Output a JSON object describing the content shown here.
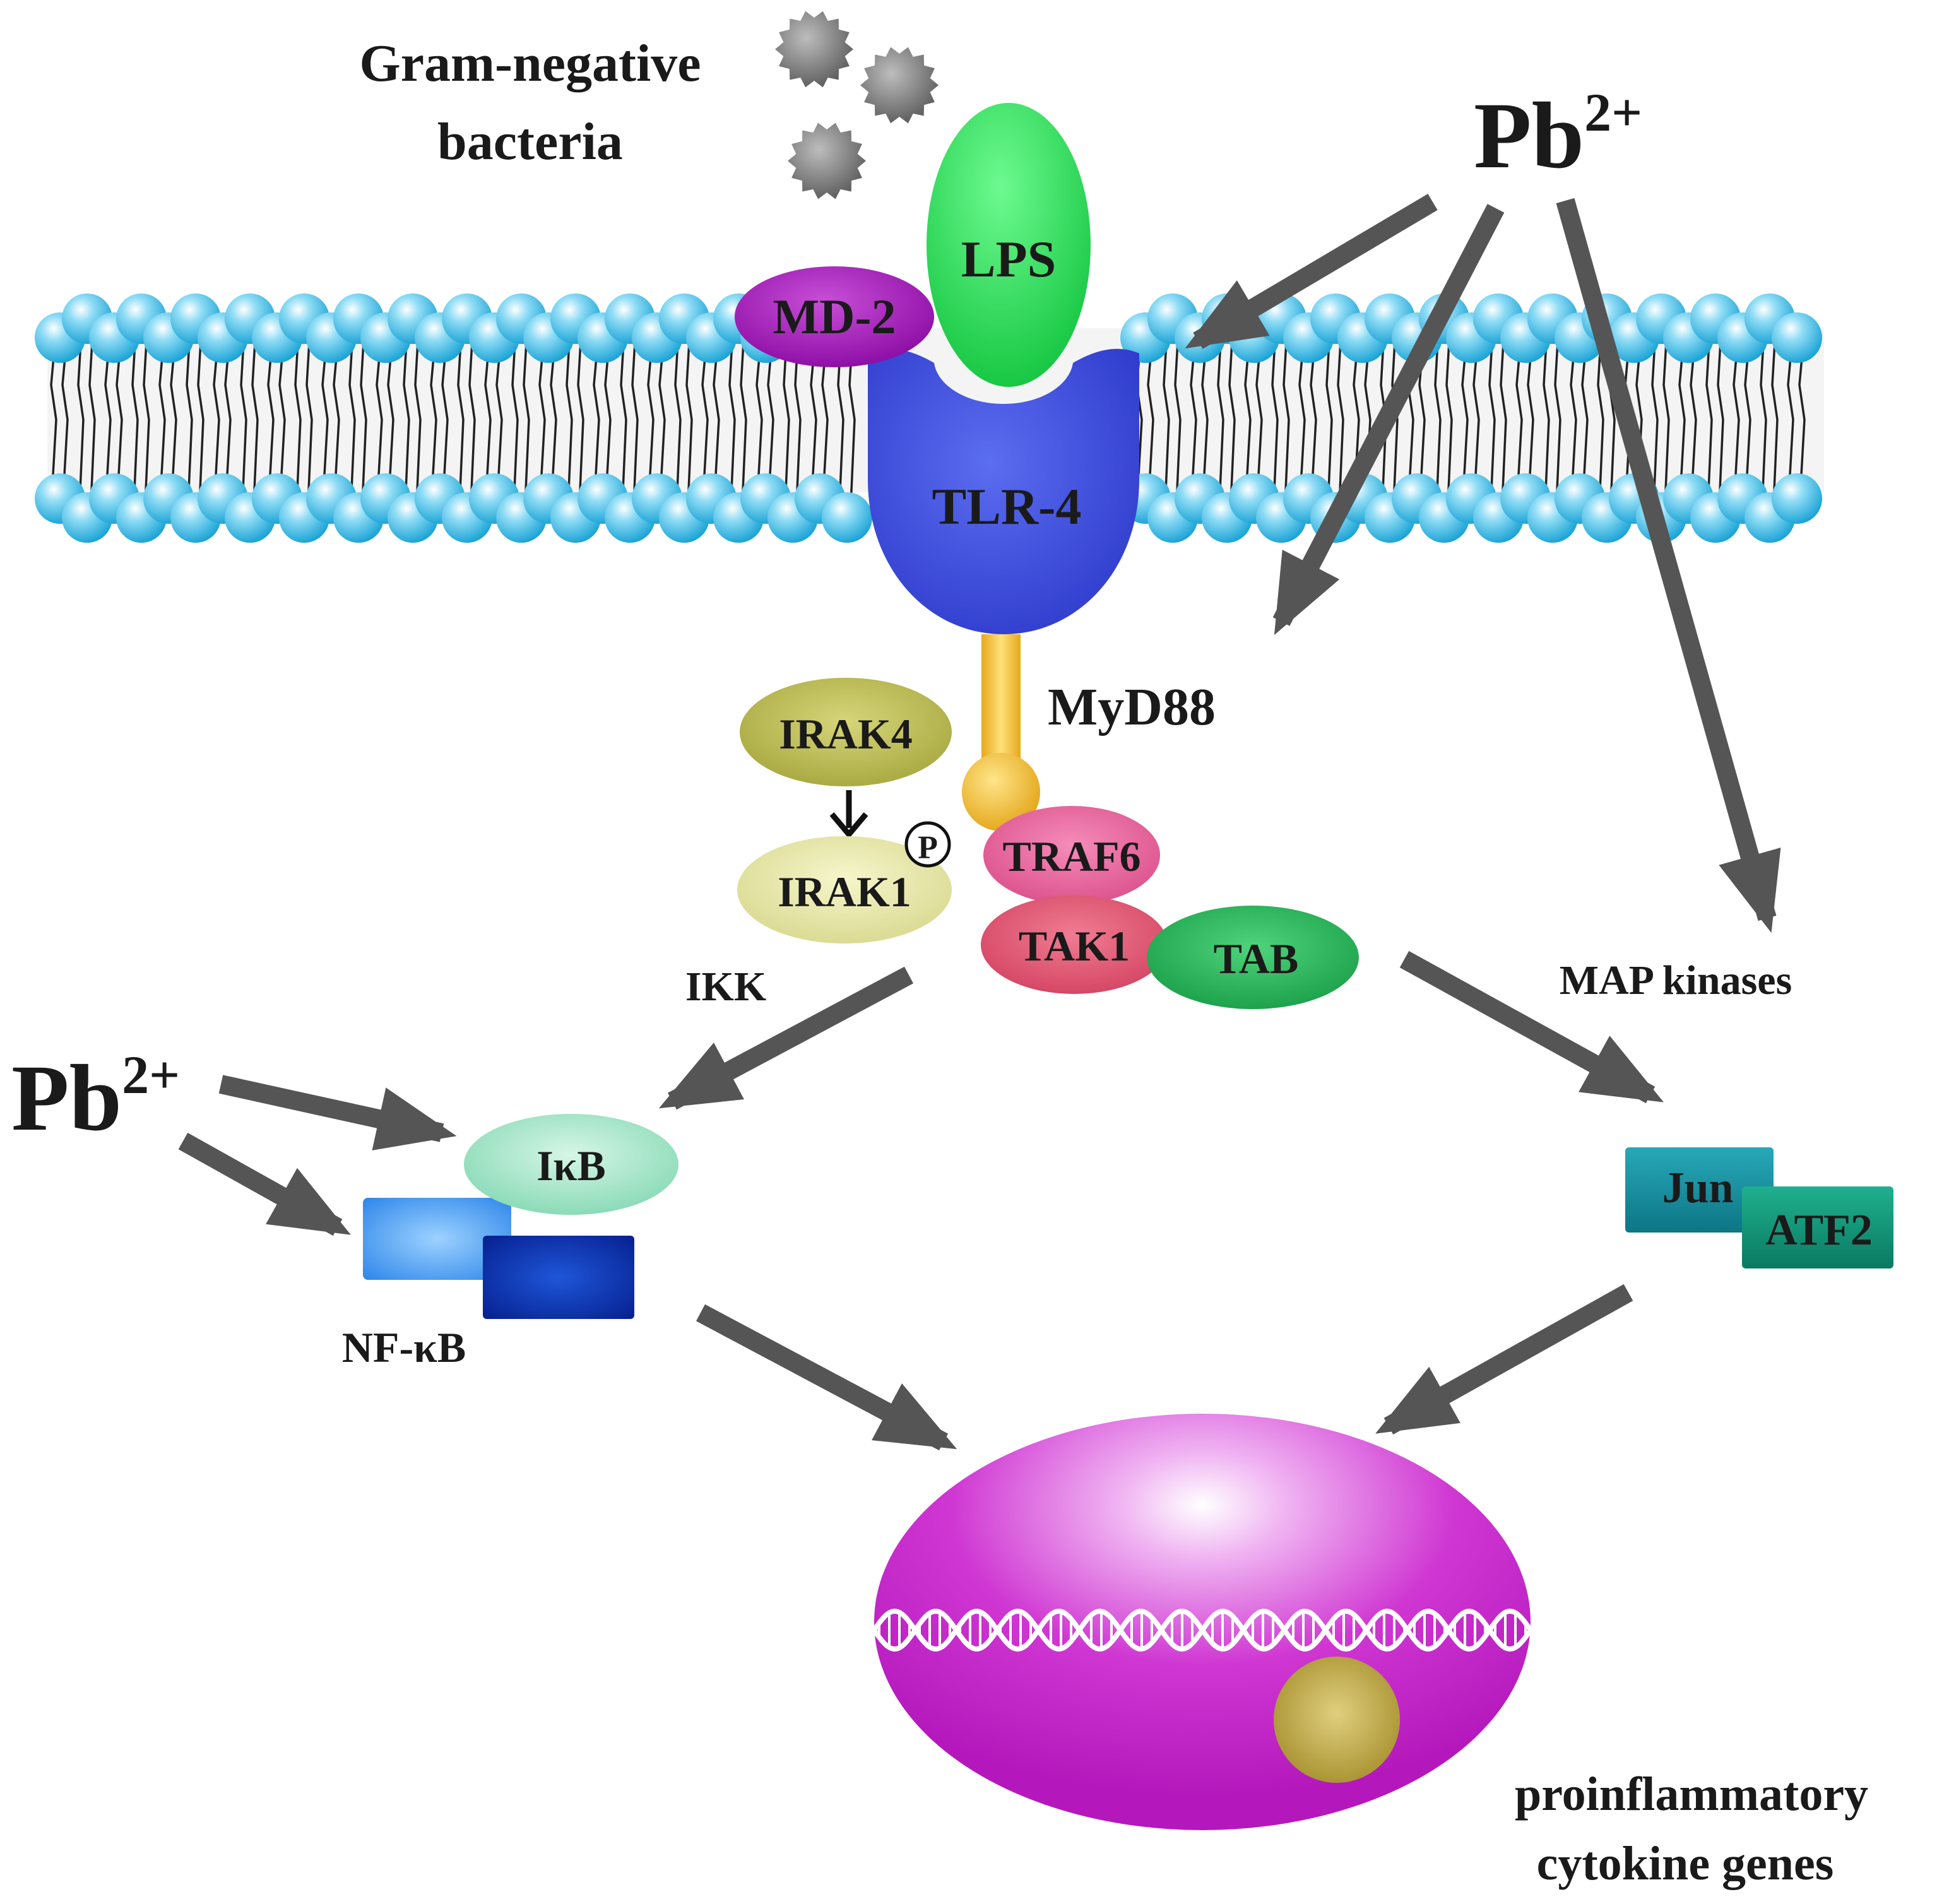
{
  "labels": {
    "gram_negative_line1": "Gram-negative",
    "gram_negative_line2": "bacteria",
    "lps": "LPS",
    "md2": "MD-2",
    "tlr4": "TLR-4",
    "myd88": "MyD88",
    "irak4": "IRAK4",
    "irak1": "IRAK1",
    "phospho": "P",
    "traf6": "TRAF6",
    "tak1": "TAK1",
    "tab": "TAB",
    "ikk": "IKK",
    "map_kinases": "MAP kinases",
    "ikb": "IκB",
    "nfkb": "NF-κB",
    "jun": "Jun",
    "atf2": "ATF2",
    "genes_line1": "proinflammatory",
    "genes_line2": "cytokine genes"
  },
  "lead_top": {
    "element": "Pb",
    "charge": "2+"
  },
  "lead_left": {
    "element": "Pb",
    "charge": "2+"
  },
  "colors": {
    "lipid_head": "#2bb3e0",
    "lps": "#22dd55",
    "md2": "#a010b8",
    "tlr4": "#3a49e0",
    "myd88": "#f2c542",
    "irak4": "#b8b850",
    "irak1": "#e6e6a0",
    "traf6": "#e8609a",
    "tak1": "#e05575",
    "tab": "#25b858",
    "ikb": "#9be6c6",
    "nfkb_light": "#4ea6f4",
    "nfkb_dark": "#0a2ea8",
    "jun": "#1890a0",
    "atf2": "#14907a",
    "nucleus": "#c62acc",
    "arrow": "#555555"
  }
}
